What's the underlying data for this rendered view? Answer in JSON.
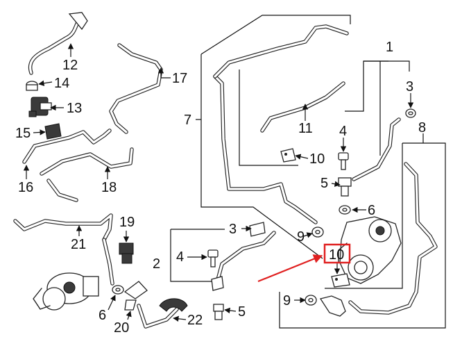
{
  "callouts": {
    "c1": "1",
    "c2": "2",
    "c3a": "3",
    "c3b": "3",
    "c4a": "4",
    "c4b": "4",
    "c5a": "5",
    "c5b": "5",
    "c6a": "6",
    "c6b": "6",
    "c7": "7",
    "c8": "8",
    "c9a": "9",
    "c9b": "9",
    "c10a": "10",
    "c10b": "10",
    "c11": "11",
    "c12": "12",
    "c13": "13",
    "c14": "14",
    "c15": "15",
    "c16": "16",
    "c17": "17",
    "c18": "18",
    "c19": "19",
    "c20": "20",
    "c21": "21",
    "c22": "22"
  },
  "highlight": {
    "box_color": "#e02020",
    "arrow_color": "#e02020"
  }
}
